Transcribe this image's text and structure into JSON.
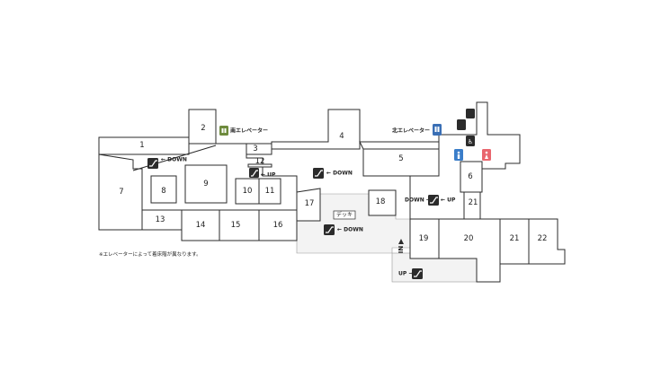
{
  "colors": {
    "wall": "#2b2b2b",
    "icon_dark": "#2b2b2b",
    "elevator_south": "#6e8b3d",
    "elevator_north": "#3a6fb5",
    "restroom_men": "#3a7dc9",
    "restroom_women": "#e9666e",
    "deck_fill": "#f3f3f3"
  },
  "rooms": [
    {
      "id": "1",
      "label": "1"
    },
    {
      "id": "2",
      "label": "2"
    },
    {
      "id": "3",
      "label": "3"
    },
    {
      "id": "4",
      "label": "4"
    },
    {
      "id": "5",
      "label": "5"
    },
    {
      "id": "6",
      "label": "6"
    },
    {
      "id": "7",
      "label": "7"
    },
    {
      "id": "8",
      "label": "8"
    },
    {
      "id": "9",
      "label": "9"
    },
    {
      "id": "10",
      "label": "10"
    },
    {
      "id": "11",
      "label": "11"
    },
    {
      "id": "12",
      "label": "12"
    },
    {
      "id": "13",
      "label": "13"
    },
    {
      "id": "14",
      "label": "14"
    },
    {
      "id": "15",
      "label": "15"
    },
    {
      "id": "16",
      "label": "16"
    },
    {
      "id": "17",
      "label": "17"
    },
    {
      "id": "18",
      "label": "18"
    },
    {
      "id": "19",
      "label": "19"
    },
    {
      "id": "20",
      "label": "20"
    },
    {
      "id": "21a",
      "label": "21"
    },
    {
      "id": "21b",
      "label": "21"
    },
    {
      "id": "22",
      "label": "22"
    }
  ],
  "labels": {
    "south_elevator": "南エレベーター",
    "north_elevator": "北エレベーター",
    "deck": "デッキ",
    "entrance": "IN",
    "footnote": "※エレベーターによって着床階が異なります。"
  },
  "escalators": {
    "left_down": "← DOWN",
    "center_up": "← UP",
    "center_down": "← DOWN",
    "deck_down": "← DOWN",
    "right_down": "DOWN →",
    "right_up": "← UP",
    "bottom_up": "UP →"
  },
  "icons": [
    "escalator-icon",
    "elevator-icon",
    "restroom-men-icon",
    "restroom-women-icon",
    "accessible-restroom-icon",
    "multipurpose-restroom-icon"
  ]
}
